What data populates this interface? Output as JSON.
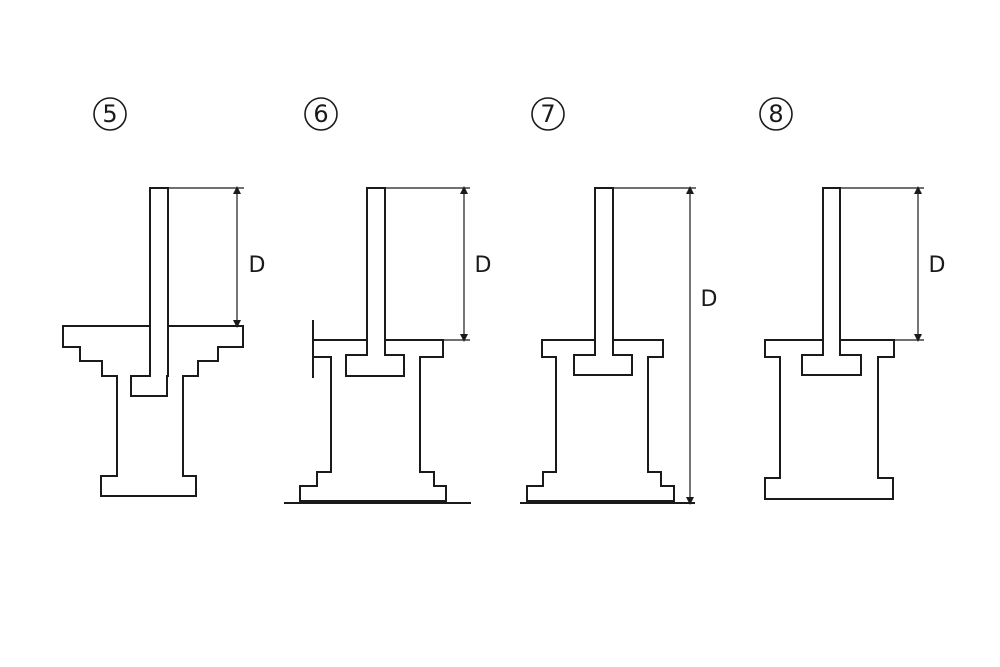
{
  "diagrams": [
    {
      "number": "5",
      "dimension_label": "D"
    },
    {
      "number": "6",
      "dimension_label": "D"
    },
    {
      "number": "7",
      "dimension_label": "D"
    },
    {
      "number": "8",
      "dimension_label": "D"
    }
  ],
  "colors": {
    "line": "#1a1a1a",
    "background": "#ffffff"
  }
}
